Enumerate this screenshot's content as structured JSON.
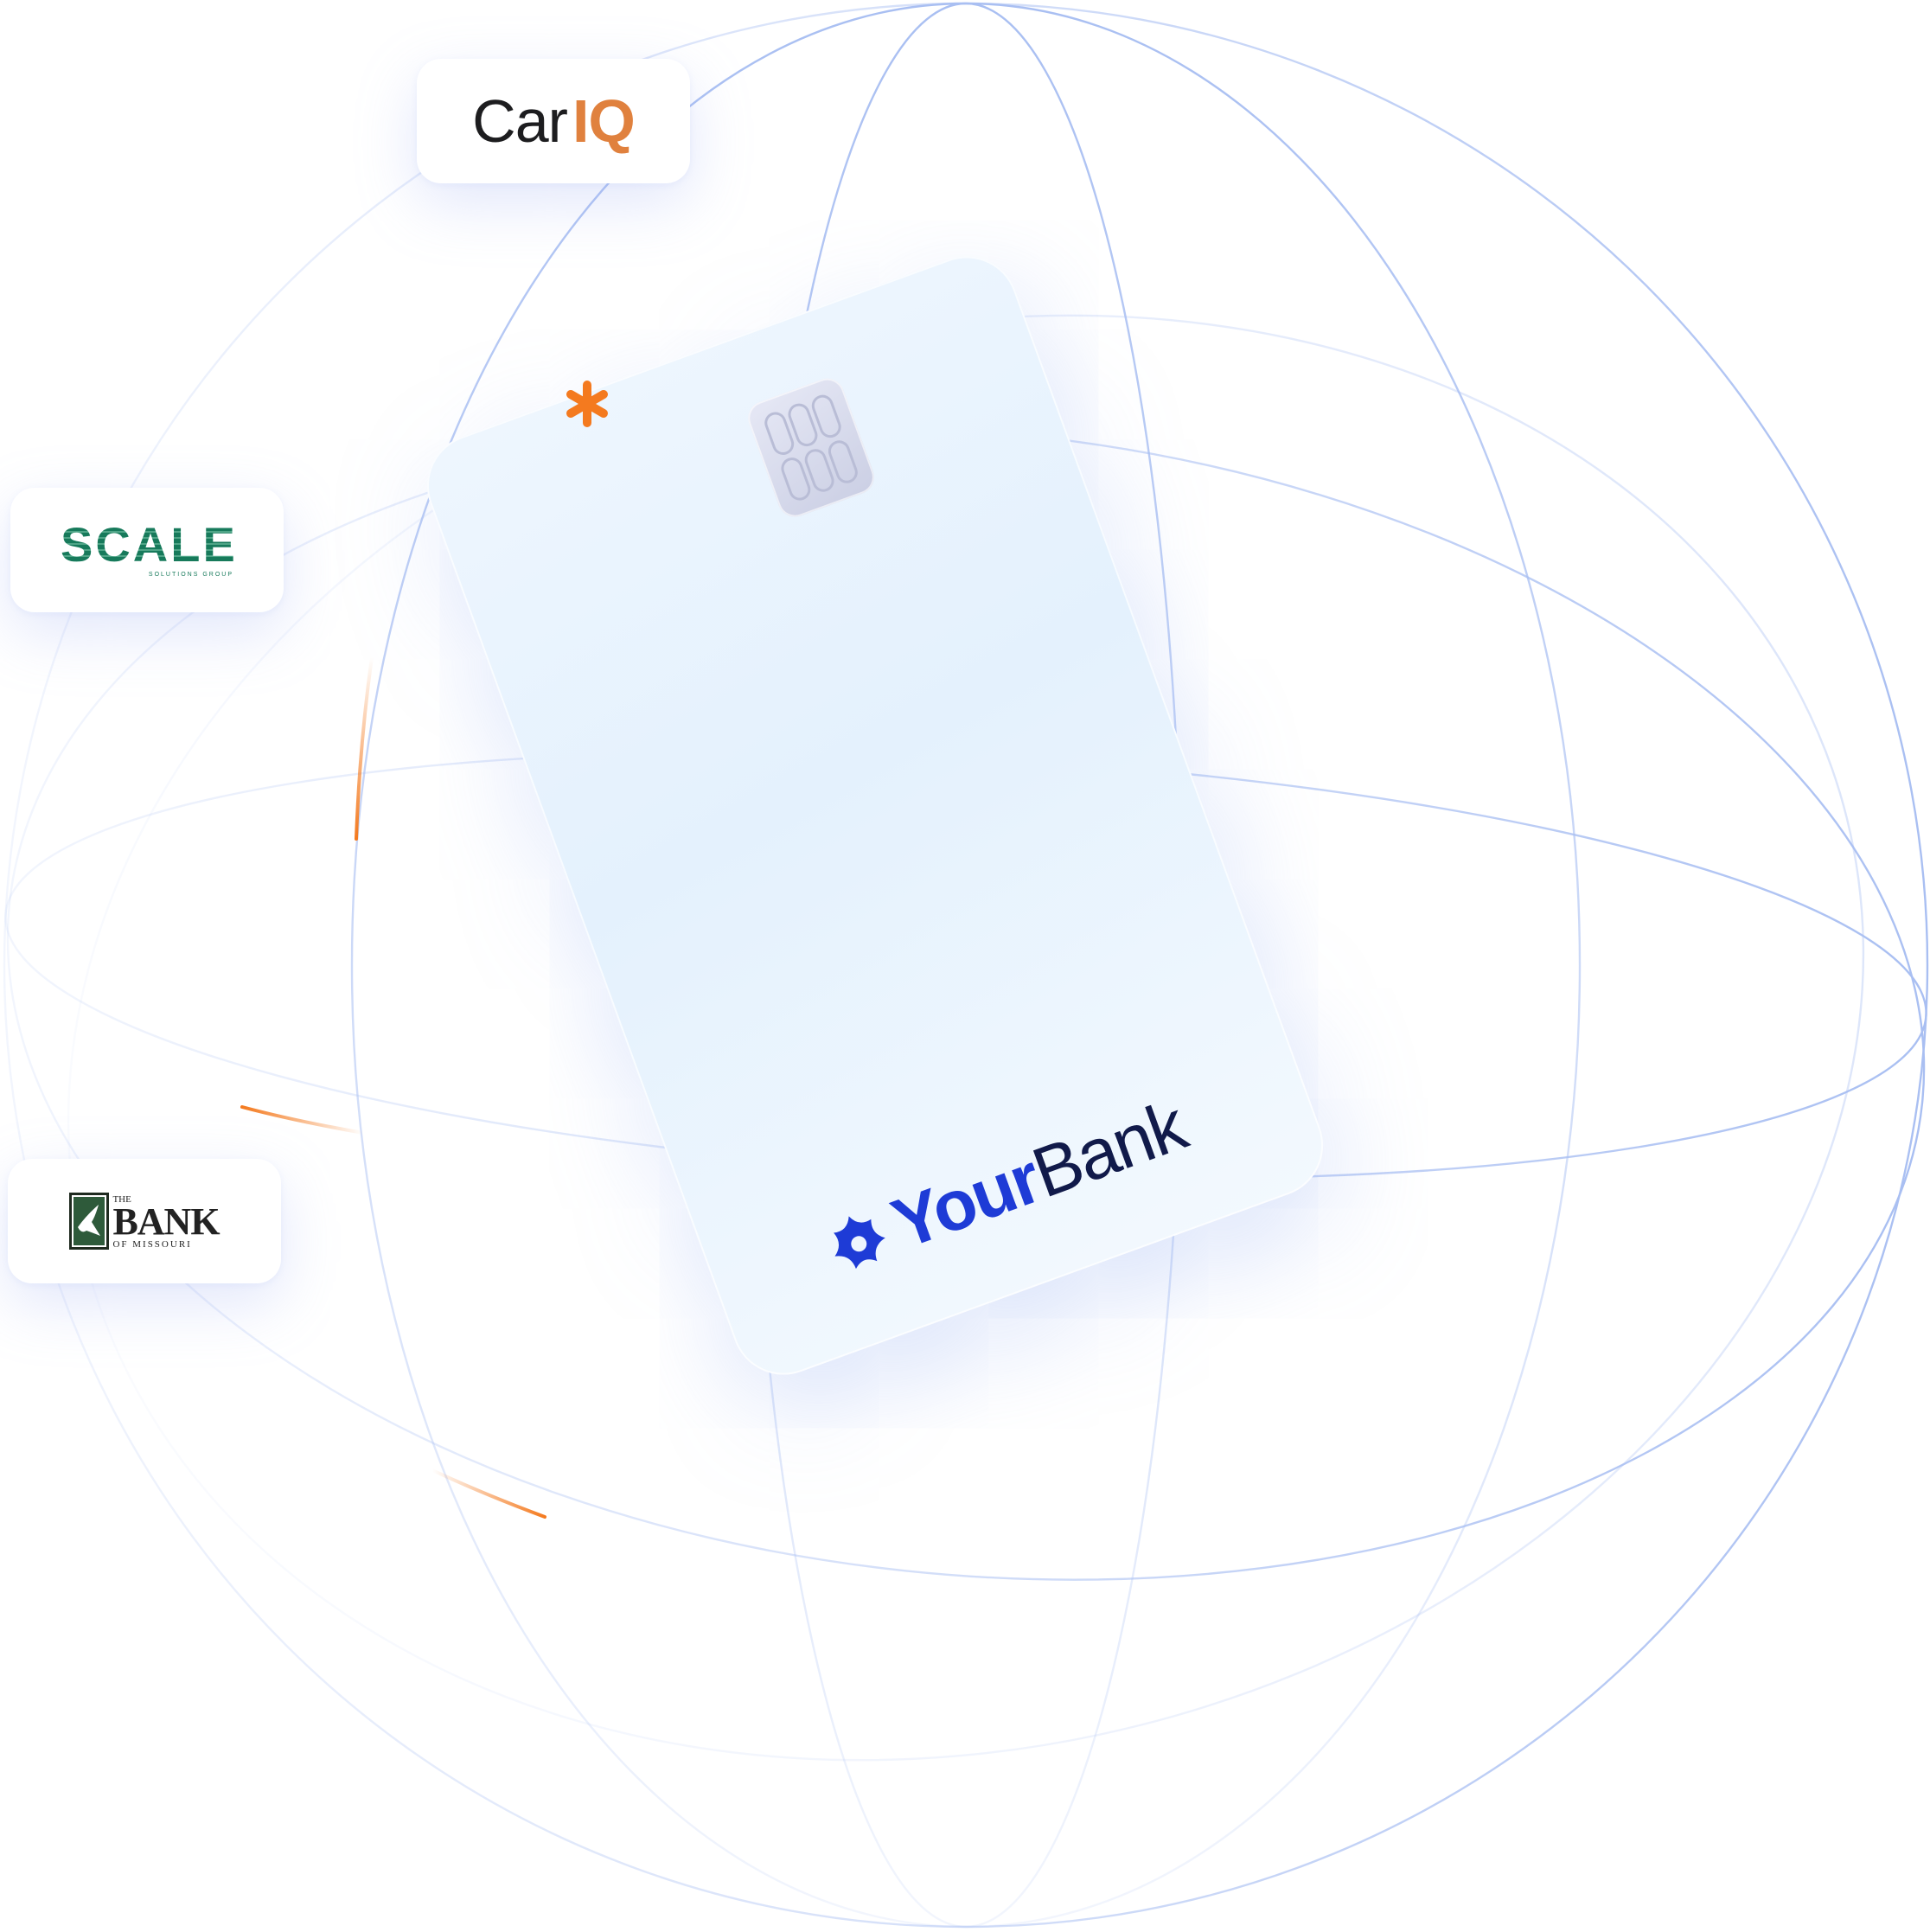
{
  "logos": {
    "cariq": {
      "car": "Car",
      "iq": "IQ"
    },
    "scale": {
      "name": "SCALE",
      "tagline": "SOLUTIONS GROUP"
    },
    "bank_of_missouri": {
      "the": "THE",
      "bank": "BANK",
      "location": "OF MISSOURI"
    }
  },
  "card": {
    "brand_your": "Your",
    "brand_bank": "Bank"
  },
  "colors": {
    "accent_orange": "#f47a1f",
    "cariq_orange": "#e0813e",
    "scale_green": "#177a5b",
    "brand_blue": "#1e3bd6",
    "brand_navy": "#111a4a",
    "globe_line": "#a9bff2"
  },
  "icons": [
    "orange-asterisk-icon",
    "emv-chip-icon",
    "yourbank-star-icon",
    "bank-eagle-icon"
  ]
}
